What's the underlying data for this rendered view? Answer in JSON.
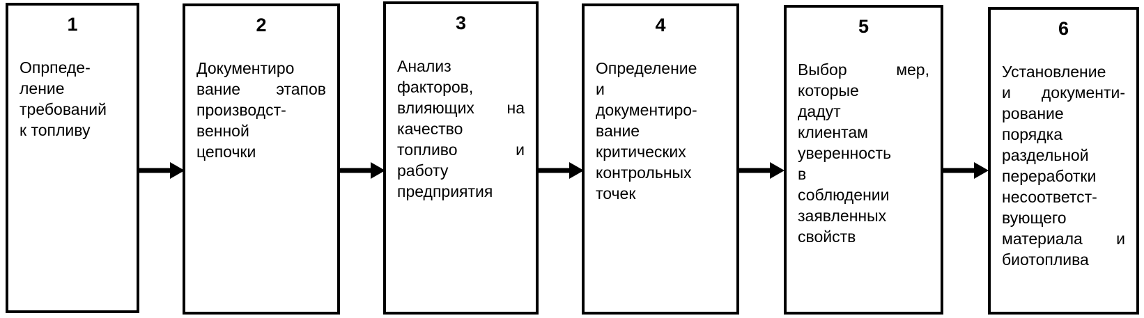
{
  "diagram": {
    "type": "flowchart",
    "direction": "left-to-right",
    "colors": {
      "background": "#ffffff",
      "border": "#000000",
      "text": "#000000",
      "arrow": "#000000"
    },
    "boxes": [
      {
        "number": "1",
        "lines": [
          {
            "text": "Опрпеде-"
          },
          {
            "text": "ление"
          },
          {
            "text": "требований"
          },
          {
            "text": "к топливу"
          }
        ]
      },
      {
        "number": "2",
        "lines": [
          {
            "text": "Документиро"
          },
          {
            "text": "вание этапов",
            "justify": true
          },
          {
            "text": "производст-"
          },
          {
            "text": "венной"
          },
          {
            "text": "цепочки"
          }
        ]
      },
      {
        "number": "3",
        "lines": [
          {
            "text": "Анализ"
          },
          {
            "text": "факторов,"
          },
          {
            "text": "влияющих на",
            "justify": true
          },
          {
            "text": "качество"
          },
          {
            "text": "топливо и",
            "justify": true
          },
          {
            "text": "работу"
          },
          {
            "text": "предприятия"
          }
        ]
      },
      {
        "number": "4",
        "lines": [
          {
            "text": "Определение"
          },
          {
            "text": "и"
          },
          {
            "text": "документиро-"
          },
          {
            "text": "вание"
          },
          {
            "text": "критических"
          },
          {
            "text": "контрольных"
          },
          {
            "text": "точек"
          }
        ]
      },
      {
        "number": "5",
        "lines": [
          {
            "text": "Выбор мер,",
            "justify": true
          },
          {
            "text": "которые"
          },
          {
            "text": "дадут"
          },
          {
            "text": "клиентам"
          },
          {
            "text": "уверенность"
          },
          {
            "text": "в"
          },
          {
            "text": "соблюдении"
          },
          {
            "text": "заявленных"
          },
          {
            "text": "свойств"
          }
        ]
      },
      {
        "number": "6",
        "lines": [
          {
            "text": "Установление"
          },
          {
            "text": "и документи-",
            "justify": true
          },
          {
            "text": "рование"
          },
          {
            "text": "порядка"
          },
          {
            "text": "раздельной"
          },
          {
            "text": "переработки"
          },
          {
            "text": "несоответст-"
          },
          {
            "text": "вующего"
          },
          {
            "text": "материала и",
            "justify": true
          },
          {
            "text": "биотоплива"
          }
        ]
      }
    ],
    "connectors": [
      {
        "from": "1",
        "to": "2"
      },
      {
        "from": "2",
        "to": "3"
      },
      {
        "from": "3",
        "to": "4"
      },
      {
        "from": "4",
        "to": "5"
      },
      {
        "from": "5",
        "to": "6"
      }
    ]
  }
}
